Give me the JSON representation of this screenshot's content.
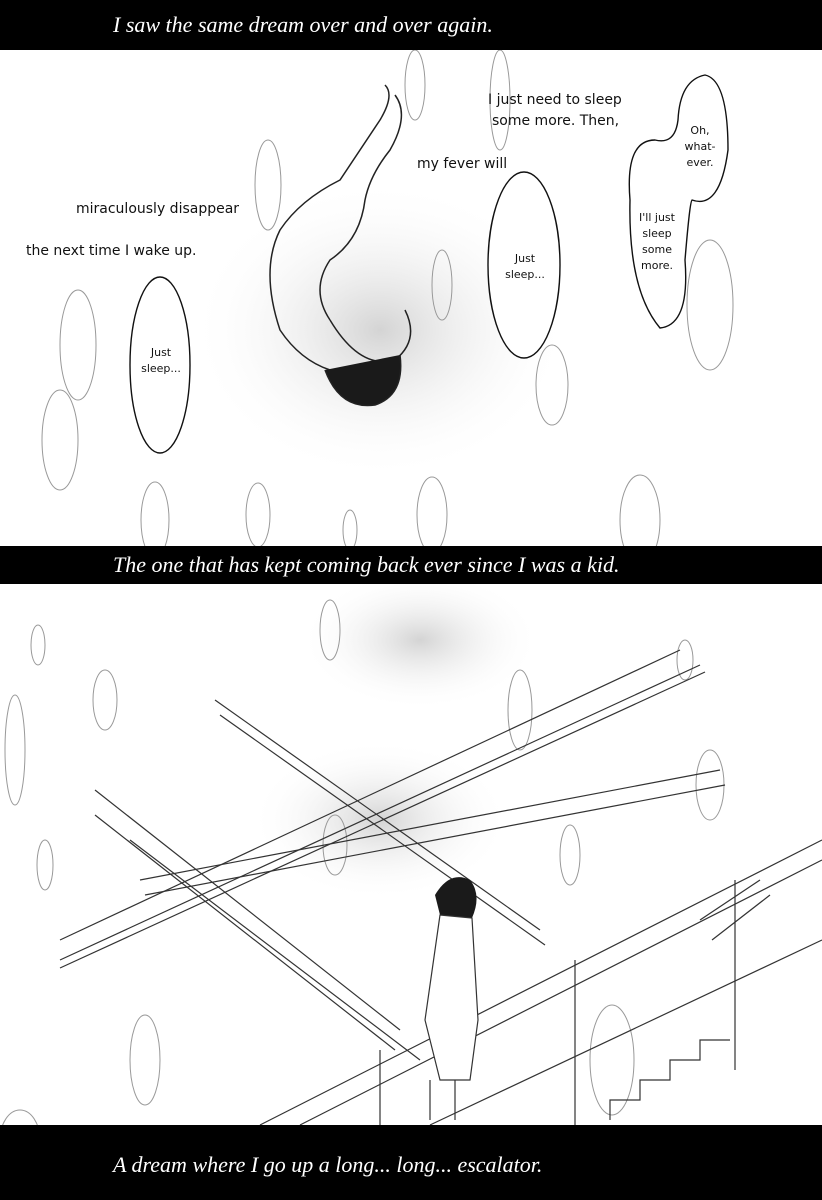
{
  "page": {
    "type": "manga-page",
    "background": "#ffffff",
    "band_color": "#000000"
  },
  "narration": {
    "top": "I saw the same dream over and over again.",
    "middle": "The one that has kept coming back ever since I was a kid.",
    "bottom": "A dream where I go up a long... long... escalator."
  },
  "monologue": {
    "line1": "I just need to sleep",
    "line2": "some more. Then,",
    "line3": "my fever will",
    "line4": "miraculously disappear",
    "line5": "the next time I wake up."
  },
  "bubbles": {
    "just_sleep_right": "Just\nsleep...",
    "just_sleep_left": "Just\nsleep...",
    "oh_whatever": "Oh,\nwhat-\never.",
    "ill_just_sleep": "I'll just\nsleep\nsome\nmore."
  },
  "scene": {
    "upper_panel": "boy floating upside down among oval bubbles",
    "lower_panel": "boy standing on long escalators crossing in a void"
  }
}
